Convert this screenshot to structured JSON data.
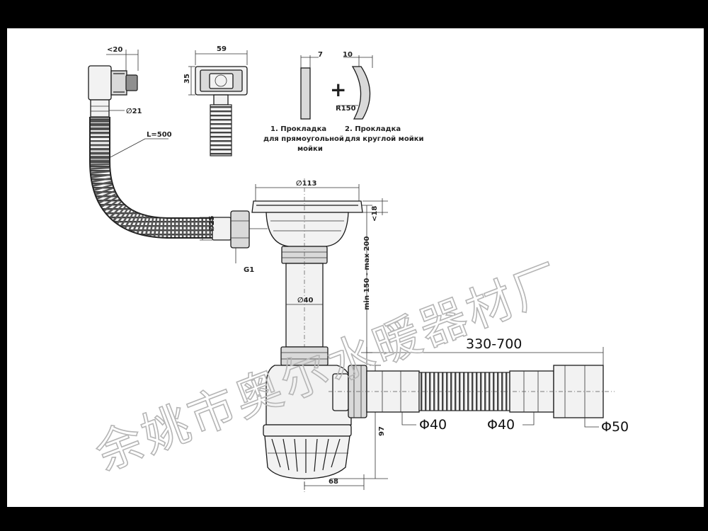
{
  "watermark": "余姚市奥尔水暖器材厂",
  "gaskets": {
    "gasket1_line1": "1. Прокладка",
    "gasket1_line2": "для прямоугольной",
    "gasket1_line3": "мойки",
    "gasket2_line1": "2. Прокладка",
    "gasket2_line2": "для круглой мойки",
    "radius": "R150",
    "plus": "+"
  },
  "dimensions": {
    "overflow_offset": "<20",
    "overflow_pipe_diam": "∅21",
    "hose_length": "L=500",
    "overflow_width": "59",
    "overflow_height": "35",
    "gasket1_thickness": "7",
    "gasket2_thickness": "10",
    "strainer_diam": "∅113",
    "strainer_height": "<18",
    "hose_connector_diam": "∅25",
    "thread": "G1",
    "tube_diam": "∅40",
    "height_range": "min 150 - max 200",
    "outlet_length": "330-700",
    "outlet_diam_1": "Φ40",
    "outlet_diam_2": "Φ40",
    "outlet_diam_3": "Φ50",
    "trap_height": "97",
    "trap_width": "68"
  }
}
